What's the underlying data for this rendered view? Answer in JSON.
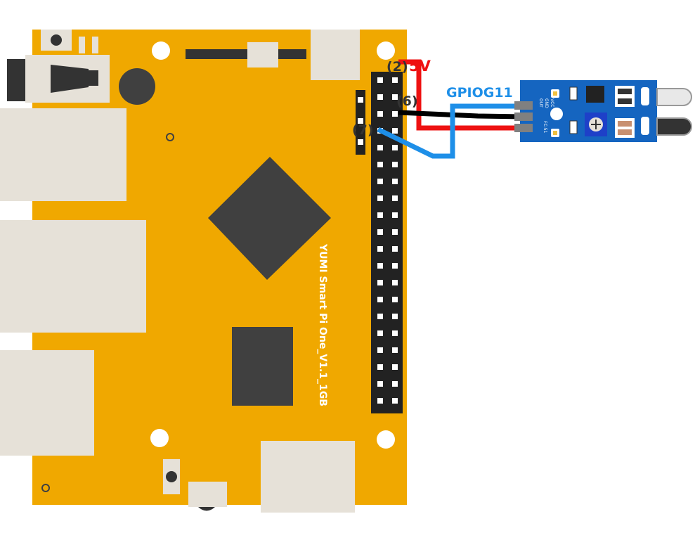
{
  "board": {
    "label": "YUMI Smart Pi One_V1.1_1GB",
    "color": "#f0a800",
    "chip_color": "#404040",
    "port_color": "#e6e1d8"
  },
  "header": {
    "rows": 20,
    "color": "#222222"
  },
  "pins": {
    "pin2": "(2)",
    "pin6": "(6)",
    "pin7": "(7)"
  },
  "labels": {
    "power": "5V",
    "gpio": "GPIOG11"
  },
  "sensor": {
    "pcb_color": "#1565c0",
    "silk_labels": [
      "OUT",
      "GND",
      "VCC"
    ],
    "board_id": "FC-51"
  },
  "wires": {
    "power": "#ee1111",
    "ground": "#000000",
    "signal": "#1e8fe8"
  }
}
